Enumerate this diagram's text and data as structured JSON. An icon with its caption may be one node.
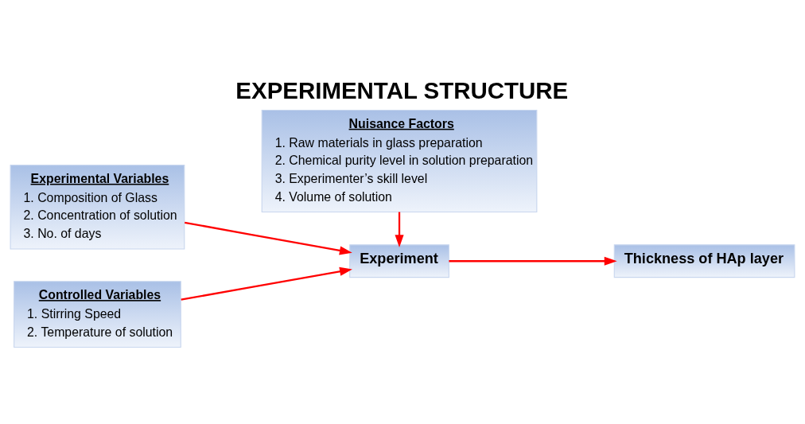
{
  "diagram": {
    "title": "EXPERIMENTAL STRUCTURE",
    "nodes": [
      {
        "text": [
          "Experimental Variables",
          "1. Composition of Glass",
          "2. Concentration of solution",
          "3. No. of days"
        ]
      },
      {
        "text": [
          "Nuisance Factors",
          "1. Raw materials in glass preparation",
          "2. Chemical purity level in solution preparation",
          "3. Experimenter’s skill level",
          "4. Volume of solution"
        ]
      },
      {
        "text": [
          "Controlled Variables",
          "1. Stirring Speed",
          "2. Temperature of solution"
        ]
      },
      {
        "text": [
          "Experiment"
        ]
      },
      {
        "text": [
          "Thickness of HAp layer"
        ]
      }
    ],
    "edges": [
      {
        "from": 0,
        "to": 3,
        "arrow": "to"
      },
      {
        "from": 1,
        "to": 3,
        "arrow": "to"
      },
      {
        "from": 2,
        "to": 3,
        "arrow": "to"
      },
      {
        "from": 3,
        "to": 4,
        "arrow": "to"
      }
    ]
  }
}
